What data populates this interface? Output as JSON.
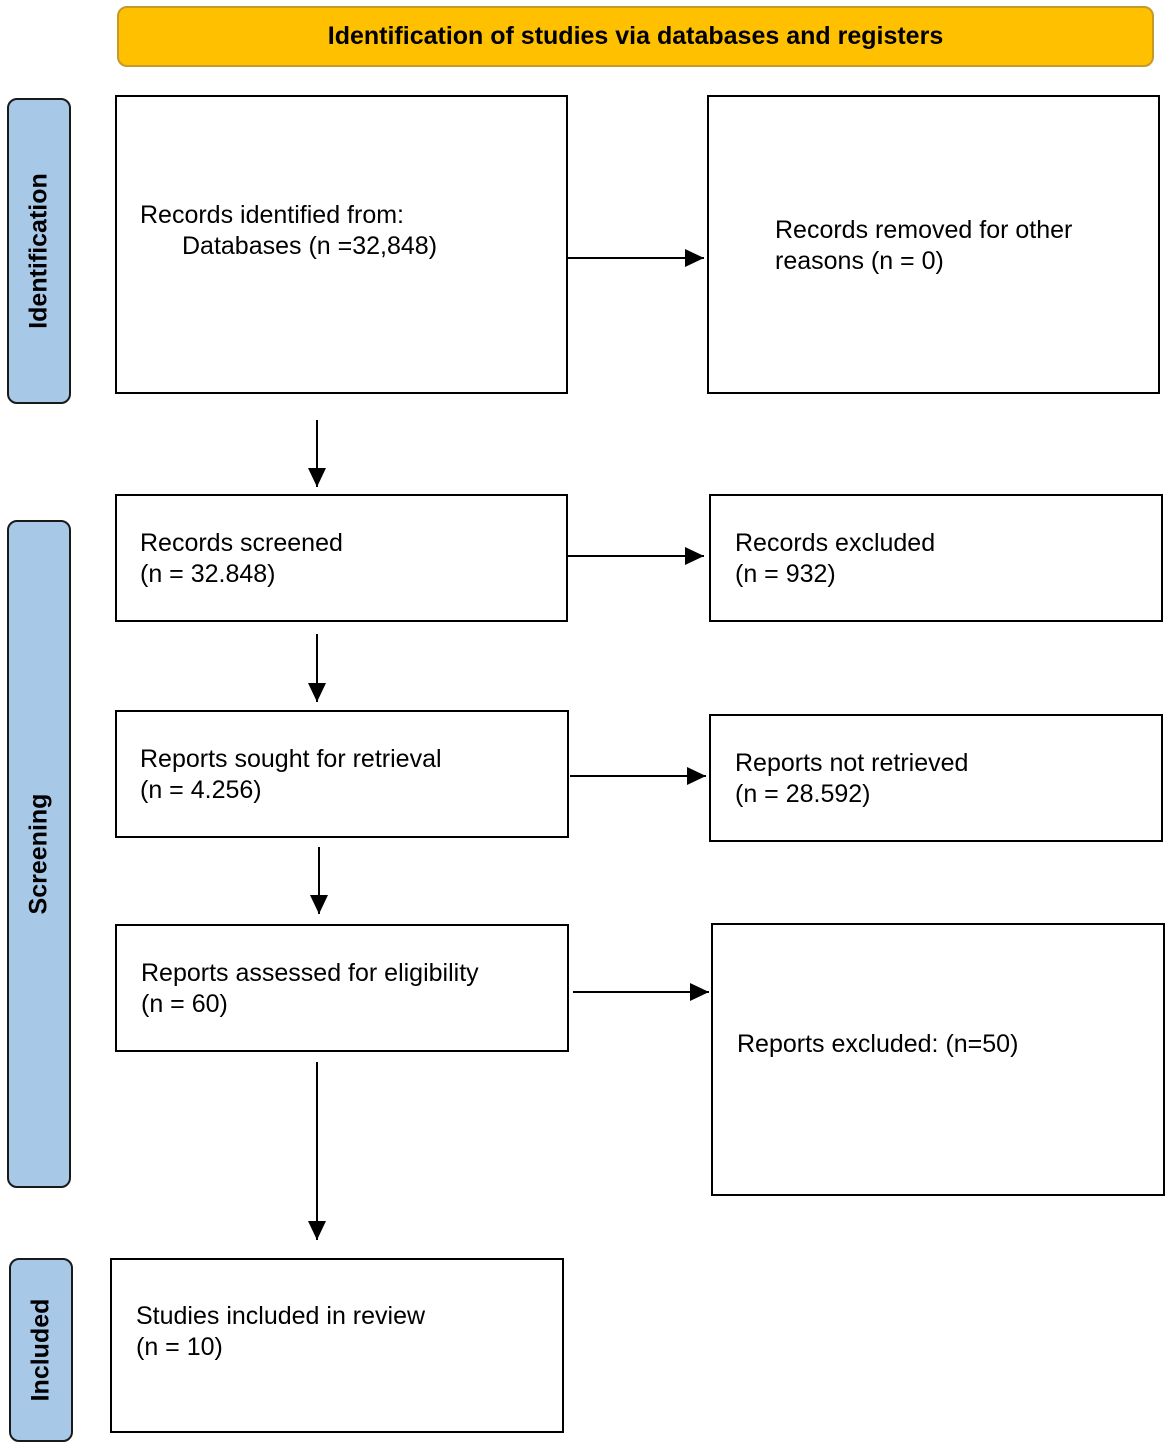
{
  "header": {
    "title": "Identification of studies via databases and registers",
    "color": "#FFC000"
  },
  "stages": {
    "identification": "Identification",
    "screening": "Screening",
    "included": "Included",
    "color": "#A8C8E8"
  },
  "boxes": {
    "records_identified": {
      "line1": "Records identified from:",
      "line2": "Databases (n =32,848)"
    },
    "records_removed": {
      "line1": "Records removed for other",
      "line2": "reasons (n = 0)"
    },
    "records_screened": {
      "line1": "Records screened",
      "line2": "(n = 32.848)"
    },
    "records_excluded": {
      "line1": "Records excluded",
      "line2": "(n = 932)"
    },
    "reports_sought": {
      "line1": "Reports sought for retrieval",
      "line2": "(n = 4.256)"
    },
    "reports_not_retrieved": {
      "line1": "Reports not retrieved",
      "line2": "(n = 28.592)"
    },
    "reports_assessed": {
      "line1": "Reports assessed for eligibility",
      "line2": "(n = 60)"
    },
    "reports_excluded": {
      "line1": "Reports excluded: (n=50)"
    },
    "studies_included": {
      "line1": "Studies included in review",
      "line2": "(n = 10)"
    }
  }
}
